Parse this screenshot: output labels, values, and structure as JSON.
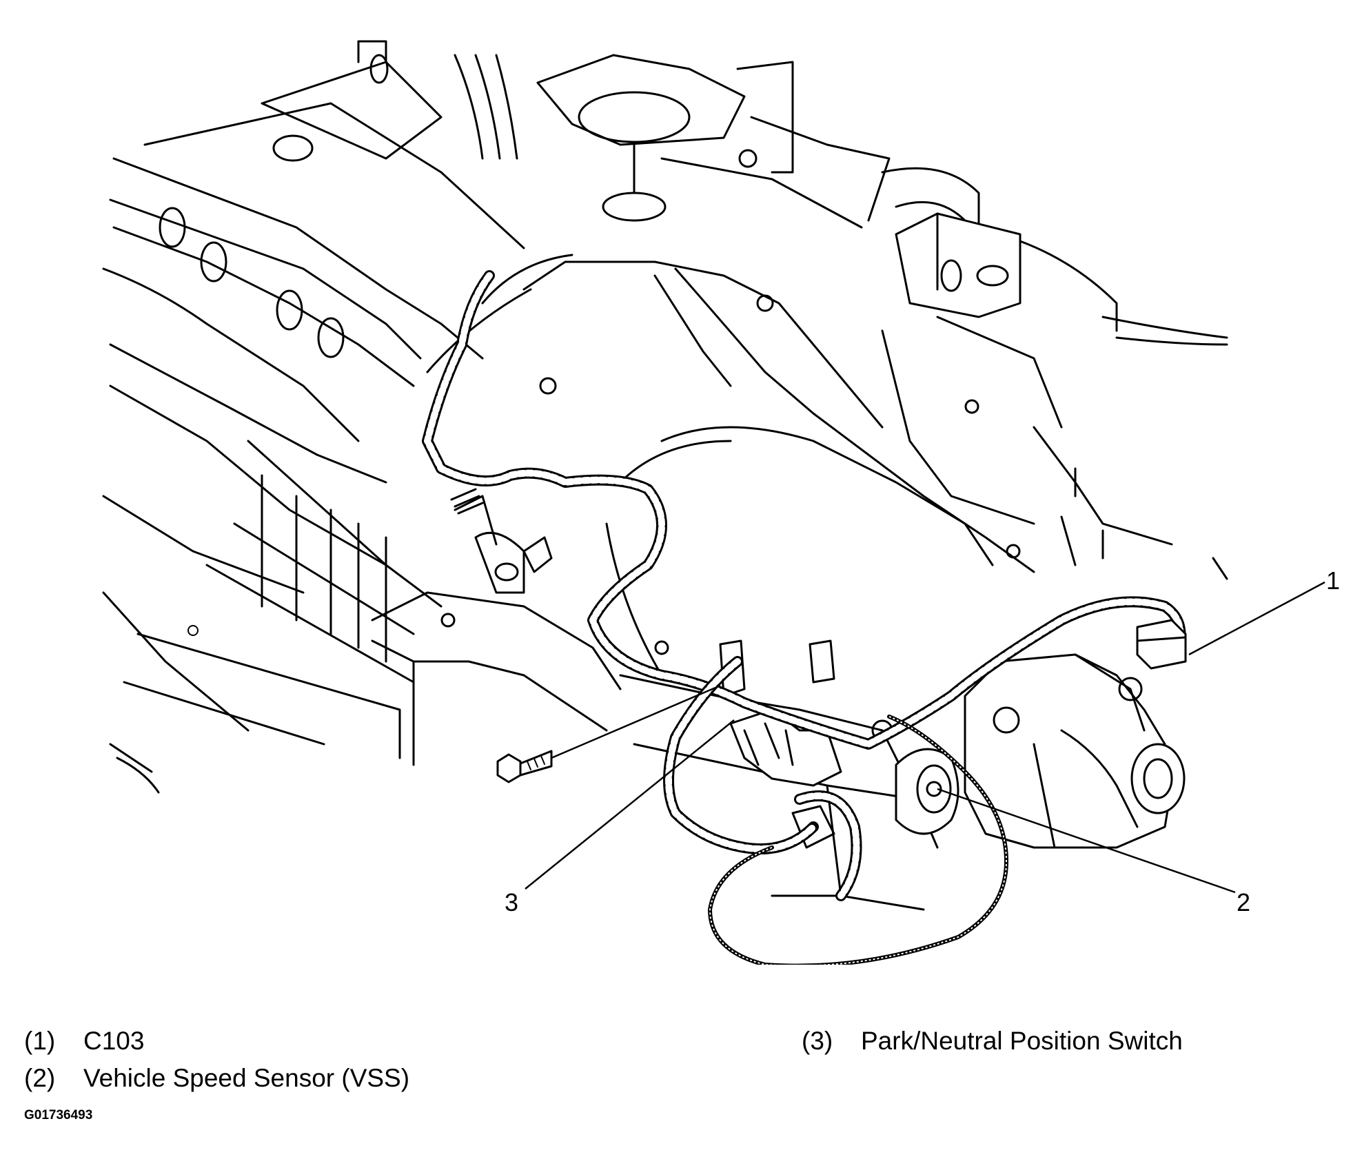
{
  "callouts": [
    {
      "label": "1"
    },
    {
      "label": "2"
    },
    {
      "label": "3"
    }
  ],
  "legend": [
    {
      "num": "(1)",
      "text": "C103"
    },
    {
      "num": "(2)",
      "text": "Vehicle Speed Sensor (VSS)"
    },
    {
      "num": "(3)",
      "text": "Park/Neutral Position Switch"
    }
  ],
  "figure_id": "G01736493"
}
